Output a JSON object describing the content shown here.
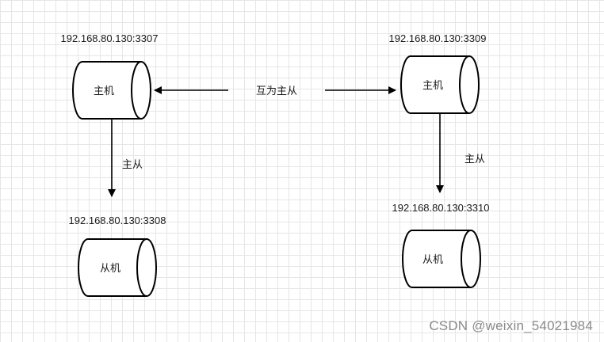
{
  "nodes": [
    {
      "id": "master-3307",
      "address": "192.168.80.130:3307",
      "label": "主机"
    },
    {
      "id": "master-3309",
      "address": "192.168.80.130:3309",
      "label": "主机"
    },
    {
      "id": "slave-3308",
      "address": "192.168.80.130:3308",
      "label": "从机"
    },
    {
      "id": "slave-3310",
      "address": "192.168.80.130:3310",
      "label": "从机"
    }
  ],
  "edges": [
    {
      "from": "master-3307",
      "to": "master-3309",
      "label": "互为主从",
      "direction": "both"
    },
    {
      "from": "master-3307",
      "to": "slave-3308",
      "label": "主从",
      "direction": "forward"
    },
    {
      "from": "master-3309",
      "to": "slave-3310",
      "label": "主从",
      "direction": "forward"
    }
  ],
  "watermark": "CSDN @weixin_54021984"
}
